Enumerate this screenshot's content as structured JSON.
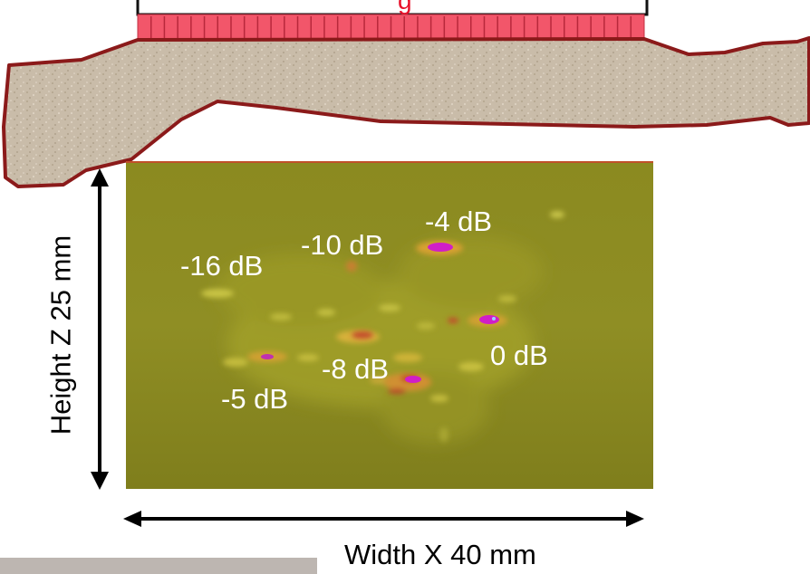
{
  "probe": {
    "label_fragment": "g",
    "colors": {
      "frame": "#111111",
      "elements": "#f2566a",
      "label": "#e8102a"
    }
  },
  "specimen": {
    "colors": {
      "fill": "#c8bba9",
      "edge": "#8b1a1a"
    }
  },
  "image": {
    "colors": {
      "background": "#8f8f22",
      "mid": "#a8a62a",
      "warm": "#d9b03a",
      "hot": "#c24a2c",
      "peak": "#d01ec8"
    }
  },
  "reflectors": [
    {
      "label": "-16 dB"
    },
    {
      "label": "-10 dB"
    },
    {
      "label": "-4 dB"
    },
    {
      "label": "0 dB"
    },
    {
      "label": "-8 dB"
    },
    {
      "label": "-5 dB"
    }
  ],
  "axes": {
    "height_label": "Height Z 25 mm",
    "width_label": "Width X 40 mm"
  }
}
